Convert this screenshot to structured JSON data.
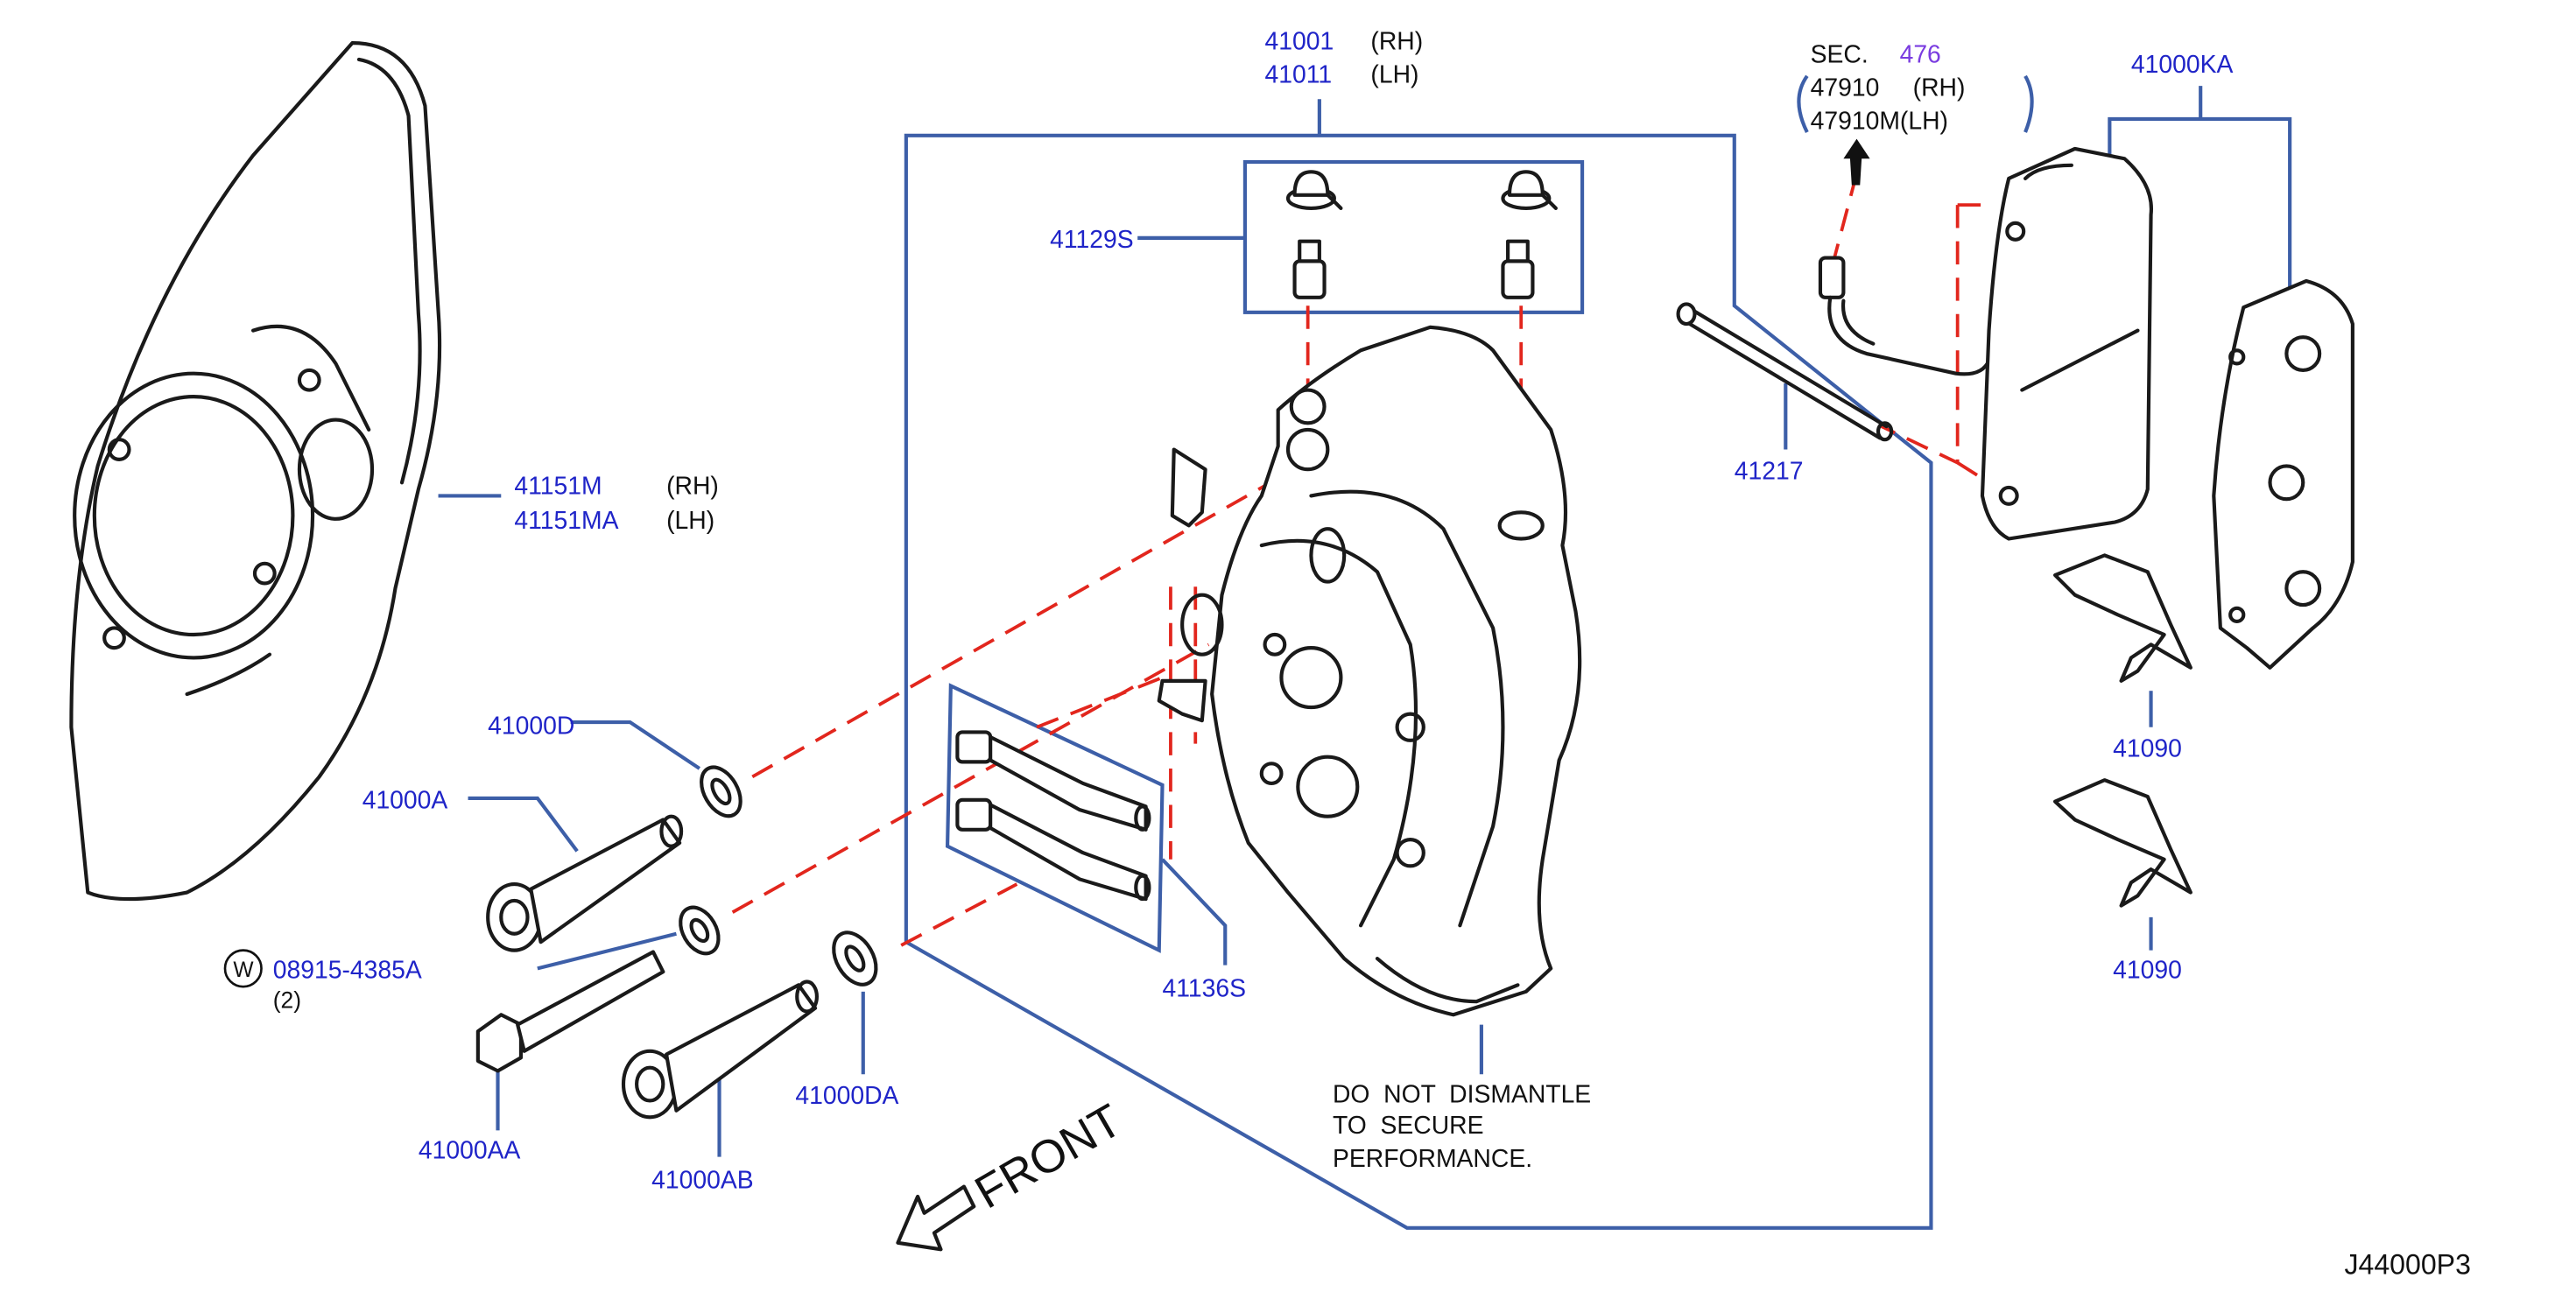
{
  "diagram_code": "J44000P3",
  "front_label": "FRONT",
  "note_lines": [
    "DO  NOT  DISMANTLE",
    "TO  SECURE",
    "PERFORMANCE."
  ],
  "colors": {
    "part_number": "#1f24c8",
    "section_link": "#7a3ce0",
    "leader": "#3d5fa8",
    "centerline": "#e2261d",
    "line_art": "#1a1a1a"
  },
  "callouts": {
    "caliper_rh": {
      "pn": "41001",
      "side": "(RH)"
    },
    "caliper_lh": {
      "pn": "41011",
      "side": "(LH)"
    },
    "sec_label": "SEC.",
    "sec_number": "476",
    "sensor_rh": {
      "pn": "47910",
      "side": "(RH)"
    },
    "sensor_lh": {
      "pn": "47910M(LH)"
    },
    "pad_kit": "41000KA",
    "bleeder_kit": "41129S",
    "pin_41217": "41217",
    "baffle_rh": {
      "pn": "41151M",
      "side": "(RH)"
    },
    "baffle_lh": {
      "pn": "41151MA",
      "side": "(LH)"
    },
    "washer_d": "41000D",
    "bolt_a": "41000A",
    "washer_spec": "08915-4385A",
    "washer_spec_symbol": "W",
    "washer_spec_qty": "(2)",
    "bolt_aa": "41000AA",
    "bolt_ab": "41000AB",
    "washer_da": "41000DA",
    "pin_kit_41136s": "41136S",
    "spring_upper": "41090",
    "spring_lower": "41090"
  }
}
